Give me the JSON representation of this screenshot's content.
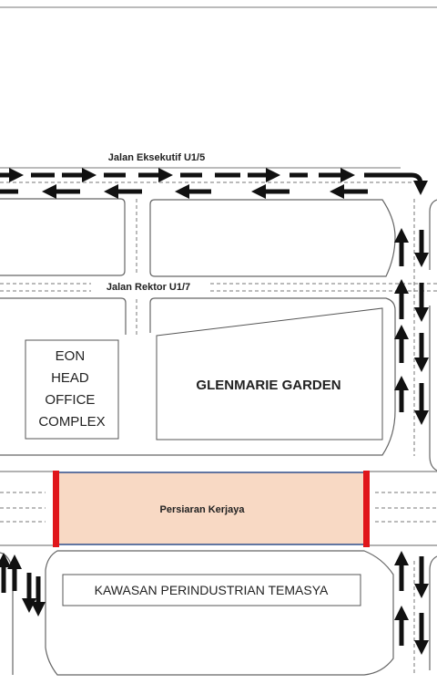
{
  "roads": {
    "top_road": "Jalan Eksekutif U1/5",
    "middle_road": "Jalan Rektor  U1/7",
    "highlighted_road": "Persiaran Kerjaya"
  },
  "places": {
    "eon_lines": [
      "EON",
      "HEAD",
      "OFFICE",
      "COMPLEX"
    ],
    "glenmarie": "GLENMARIE GARDEN",
    "kawasan": "KAWASAN PERINDUSTRIAN TEMASYA"
  },
  "colors": {
    "highlight_fill": "#F8D9C4",
    "highlight_border": "#2F4E8C",
    "closure_bar": "#E0161B",
    "road_line": "#555555",
    "arrow": "#111111"
  }
}
